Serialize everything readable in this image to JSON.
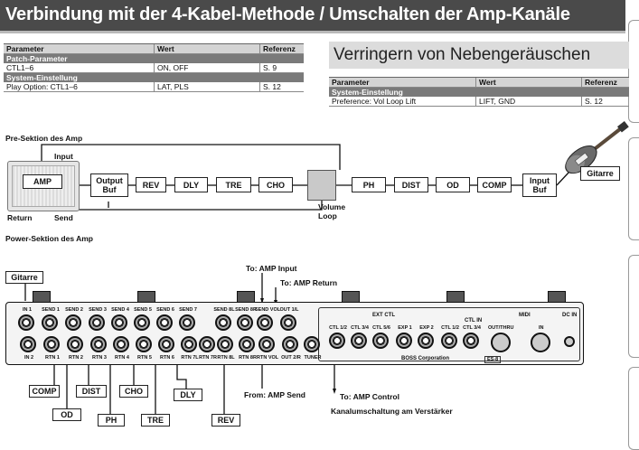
{
  "page_title": "Verbindung mit der 4-Kabel-Methode / Umschalten der Amp-Kanäle",
  "table_left": {
    "headers": [
      "Parameter",
      "Wert",
      "Referenz"
    ],
    "section1": "Patch-Parameter",
    "row1": [
      "CTL1–6",
      "ON, OFF",
      "S. 9"
    ],
    "section2": "System-Einstellung",
    "row2": [
      "Play Option: CTL1–6",
      "LAT, PLS",
      "S. 12"
    ]
  },
  "noise_title": "Verringern von Nebengeräuschen",
  "table_right": {
    "headers": [
      "Parameter",
      "Wert",
      "Referenz"
    ],
    "section": "System-Einstellung",
    "row": [
      "Preference: Vol Loop Lift",
      "LIFT, GND",
      "S. 12"
    ]
  },
  "diagram": {
    "pre_section": "Pre-Sektion des Amp",
    "power_section": "Power-Sektion des Amp",
    "input_label": "Input",
    "return_label": "Return",
    "send_label": "Send",
    "amp_label": "AMP",
    "volume_loop": "Volume Loop",
    "guitar_label": "Gitarre",
    "chain_loop": [
      "Output Buf",
      "REV",
      "DLY",
      "TRE",
      "CHO"
    ],
    "chain_front": [
      "PH",
      "DIST",
      "OD",
      "COMP",
      "Input Buf"
    ]
  },
  "rear": {
    "guitar_label": "Gitarre",
    "to_amp_input": "To: AMP Input",
    "to_amp_return": "To: AMP Return",
    "from_amp_send": "From: AMP Send",
    "to_amp_control": "To: AMP Control",
    "channel_switch": "Kanalumschaltung am Verstärker",
    "top_jacks": [
      "IN 1",
      "SEND 1",
      "SEND 2",
      "SEND 3",
      "SEND 4",
      "SEND 5",
      "SEND 6",
      "SEND 7",
      "SEND 8L",
      "SEND 8R",
      "SEND VOL",
      "OUT 1/L"
    ],
    "bottom_jacks": [
      "IN 2",
      "RTN 1",
      "RTN 2",
      "RTN 3",
      "RTN 4",
      "RTN 5",
      "RTN 6",
      "RTN 7L",
      "RTN 7R",
      "RTN 8L",
      "RTN 8R",
      "RTN VOL",
      "OUT 2/R",
      "TUNER"
    ],
    "ext_ctl": "EXT CTL",
    "ctl_in": "CTL IN",
    "midi": "MIDI",
    "dc_in": "DC IN",
    "ext_jacks": [
      "CTL 1/2",
      "CTL 3/4",
      "CTL 5/6",
      "EXP 1",
      "EXP 2",
      "CTL 1/2",
      "CTL 3/4"
    ],
    "midi_jacks": [
      "OUT/THRU",
      "IN"
    ],
    "brand": "BOSS Corporation",
    "model": "ES-8",
    "effects_under": [
      "COMP",
      "OD",
      "DIST",
      "PH",
      "CHO",
      "TRE",
      "DLY",
      "REV"
    ]
  }
}
